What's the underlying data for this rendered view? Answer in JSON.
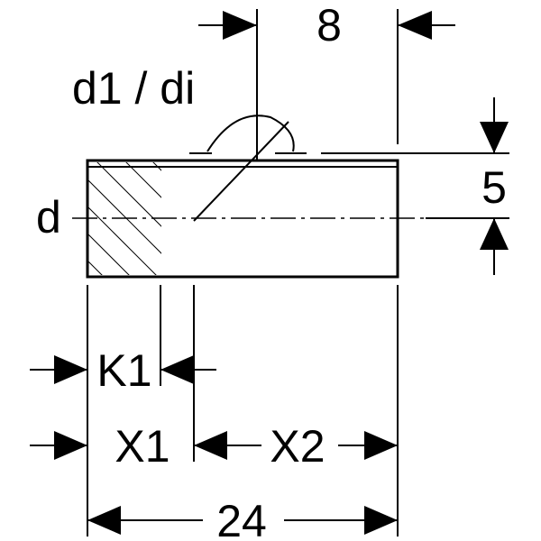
{
  "labels": {
    "top_dimension": "8",
    "diameter_label": "d1 / di",
    "outer_diameter": "d",
    "right_dimension": "5",
    "k1": "K1",
    "x1": "X1",
    "x2": "X2",
    "overall_length": "24"
  }
}
